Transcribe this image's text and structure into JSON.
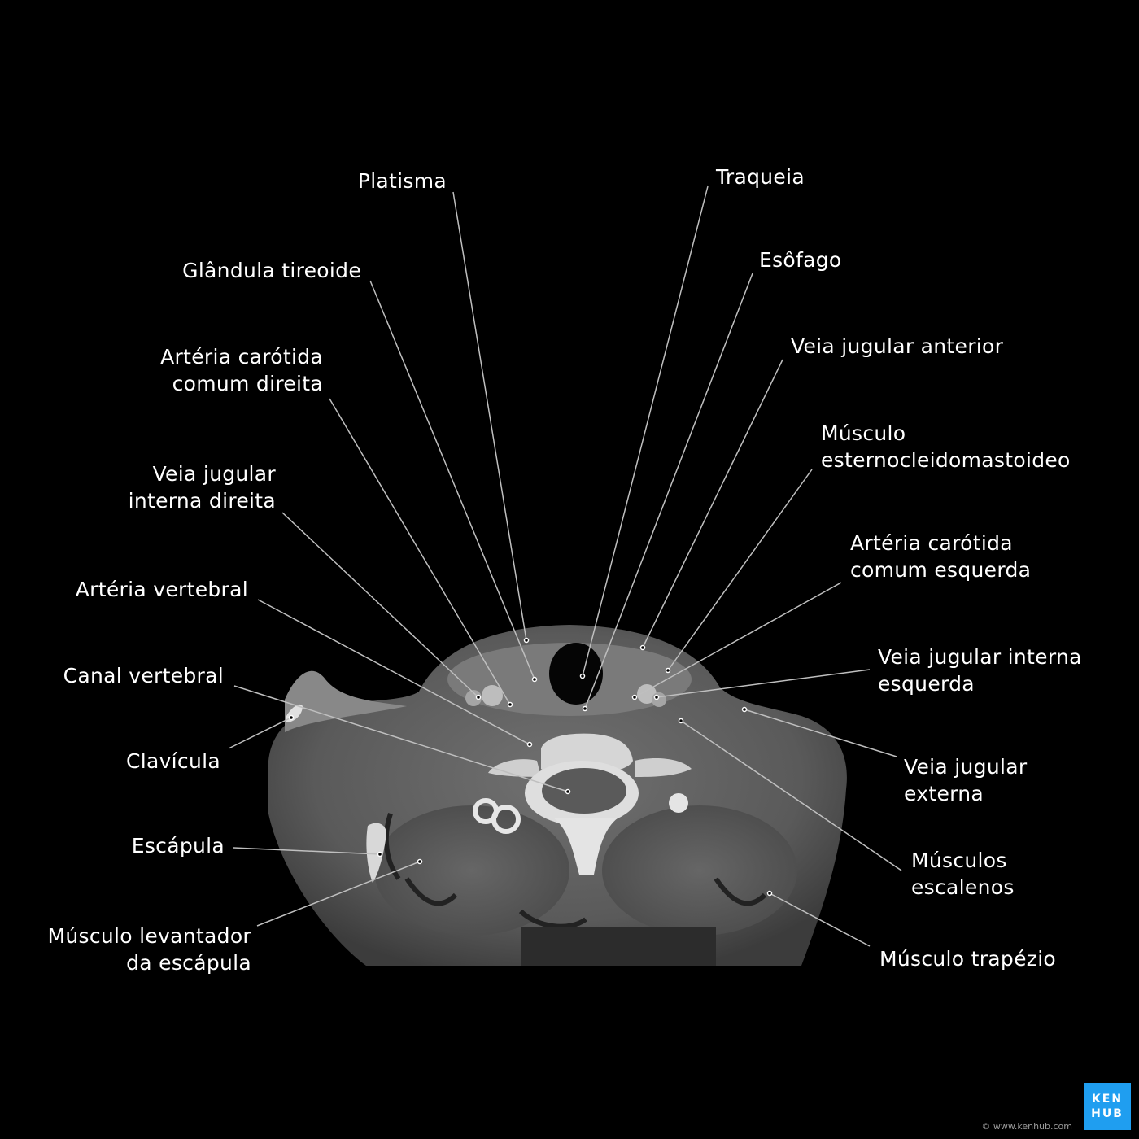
{
  "labels": {
    "platisma": "Platisma",
    "glandula": "Glândula tireoide",
    "carotida_dir": [
      "Artéria carótida",
      "comum direita"
    ],
    "jugular_int_dir": [
      "Veia jugular",
      "interna direita"
    ],
    "art_vertebral": "Artéria vertebral",
    "canal_vertebral": "Canal vertebral",
    "clavicula": "Clavícula",
    "escapula": "Escápula",
    "levantador": [
      "Músculo levantador",
      "da escápula"
    ],
    "traqueia": "Traqueia",
    "esofago": "Esôfago",
    "jugular_ant": "Veia jugular anterior",
    "ecm": [
      "Músculo",
      "esternocleidomastoideo"
    ],
    "carotida_esq": [
      "Artéria carótida",
      "comum esquerda"
    ],
    "jugular_int_esq": [
      "Veia jugular interna",
      "esquerda"
    ],
    "jugular_ext": [
      "Veia jugular",
      "externa"
    ],
    "escalenos": [
      "Músculos",
      "escalenos"
    ],
    "trapezio": "Músculo trapézio"
  },
  "logo": {
    "line1": "KEN",
    "line2": "HUB"
  },
  "copyright": "© www.kenhub.com",
  "colors": {
    "background": "#000000",
    "text": "#ffffff",
    "logo": "#1f9ef0"
  }
}
